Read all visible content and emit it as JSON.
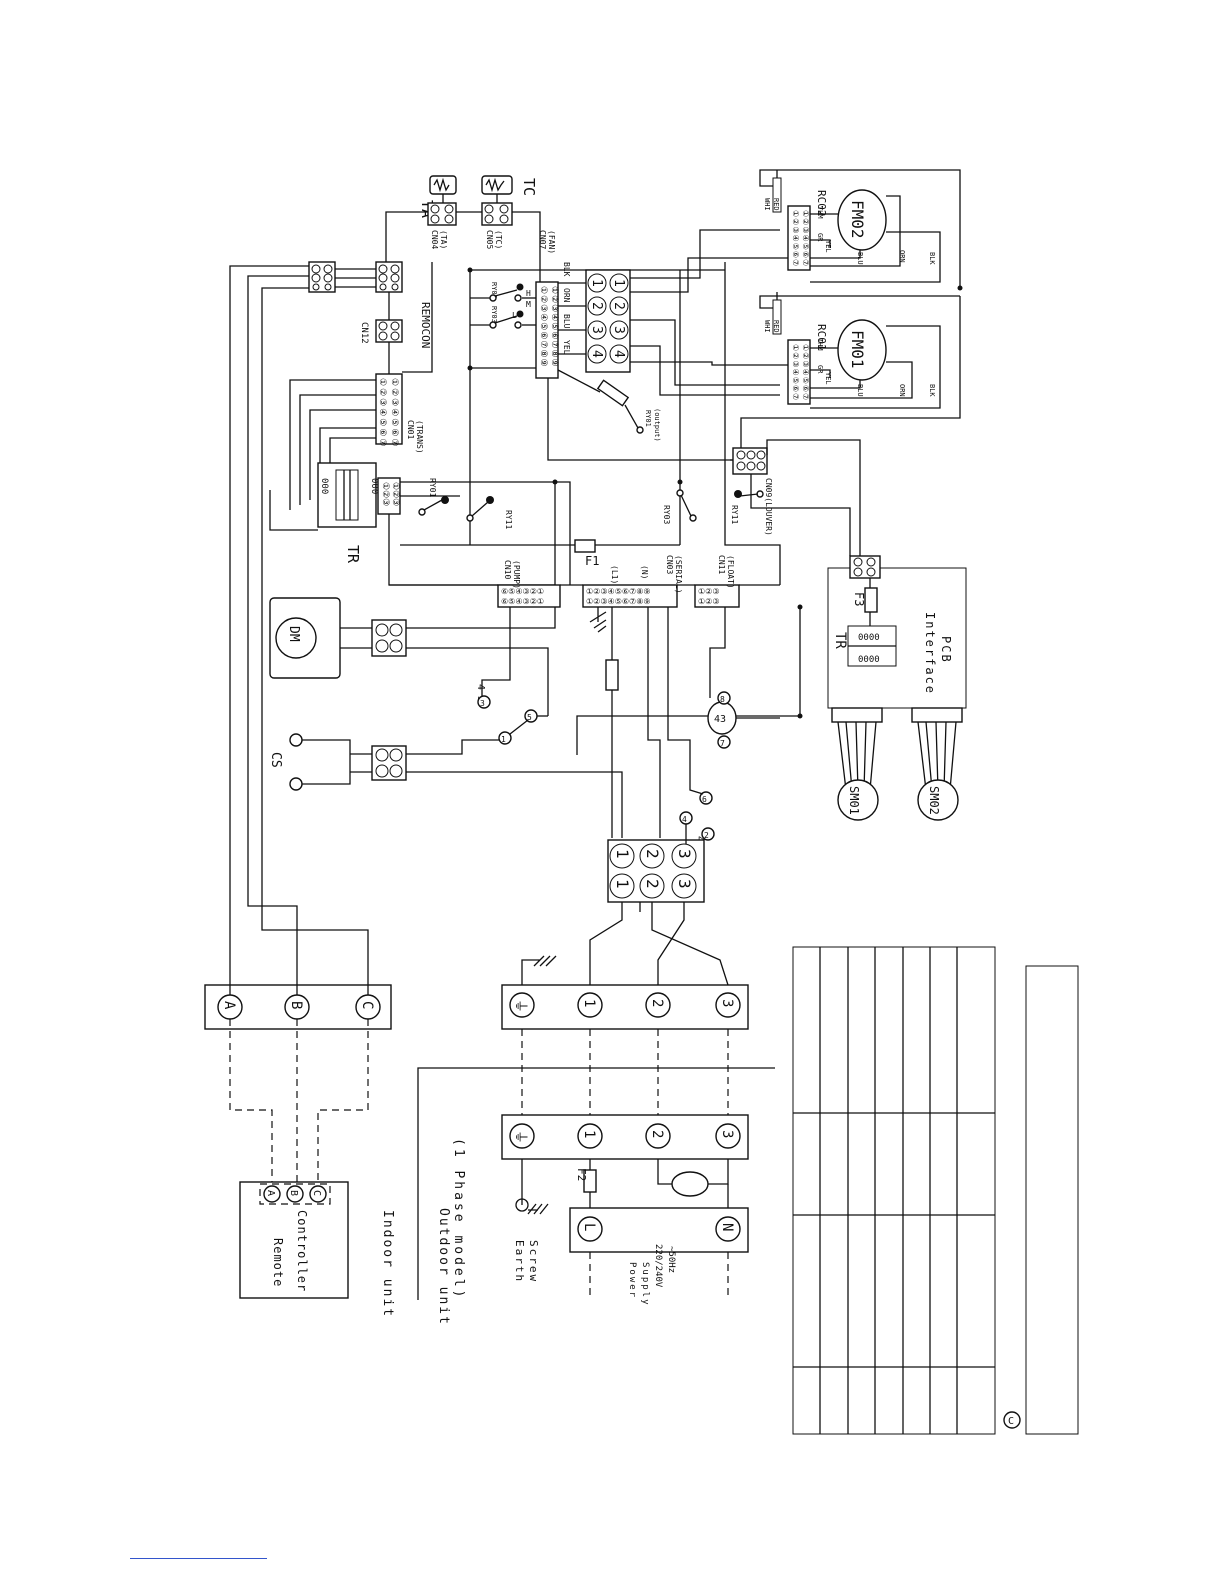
{
  "units": {
    "indoor": "Indoor unit",
    "outdoor": "Outdoor unit",
    "phase_model": "(1 Phase model)"
  },
  "remote_controller": {
    "line1": "Remote",
    "line2": "Controller",
    "terminals": [
      "A",
      "B",
      "C"
    ]
  },
  "indoor_remote_terminals": [
    "A",
    "B",
    "C"
  ],
  "indoor_power_terminals": [
    "⏚",
    "1",
    "2",
    "3"
  ],
  "outdoor_terminals": [
    "⏚",
    "1",
    "2",
    "3"
  ],
  "power_terminals": [
    "L",
    "N"
  ],
  "power_supply": {
    "line1": "Power",
    "line2": "Supply",
    "line3": "220/240V",
    "line4": "~50Hz"
  },
  "earth_screw": {
    "line1": "Earth",
    "line2": "Screw"
  },
  "fuses": {
    "f1": "F1",
    "f2": "F2",
    "f3": "F3"
  },
  "sensors": {
    "ta": "TA",
    "tc": "TC"
  },
  "connectors": {
    "cn04": "CN04",
    "cn04_sub": "(TA)",
    "cn05": "CN05",
    "cn05_sub": "(TC)",
    "cn07": "CN07",
    "cn07_sub": "(FAN)",
    "cn12": "CN12",
    "remocon": "REMOCON",
    "cn01": "CN01",
    "cn01_sub": "(TRANS)",
    "cn10": "CN10",
    "cn10_sub": "(PUMP)",
    "cn11": "CN11",
    "cn11_sub": "(FLOAT)",
    "cn03": "CN03",
    "cn03_sub": "(SERIAL)",
    "cn09": "CN09(LOUVER)",
    "l1": "(L1)",
    "n": "(N)"
  },
  "relays": [
    "RY01",
    "RY02",
    "RY03",
    "RY04",
    "RY11"
  ],
  "relay_output": {
    "line1": "RY01",
    "line2": "(output)"
  },
  "fan_speed": [
    "H",
    "M",
    "L"
  ],
  "wire_colors": [
    "YEL",
    "BLU",
    "ORN",
    "BLK"
  ],
  "motor_wire_labels": {
    "whi": "WHI",
    "red": "RED",
    "thm": "THM",
    "gr": "GR",
    "yel": "YEL",
    "blu": "BLU",
    "orn": "ORN",
    "blk": "BLK"
  },
  "motors": {
    "fm01": "FM01",
    "fm02": "FM02",
    "rc01": "RC01",
    "rc02": "RC02"
  },
  "dm": "DM",
  "cs": "CS",
  "transformer": "TR",
  "interface_pcb": {
    "line1": "Interface",
    "line2": "PCB",
    "tr": "TR"
  },
  "stepping_motors": [
    "SM01",
    "SM02"
  ],
  "switch_numbers": {
    "n43a": "4 3",
    "n43b": "4 3",
    "c1": "1",
    "c3": "3",
    "c5": "5",
    "c2": "2",
    "c4": "4",
    "c6": "6",
    "c7": "7",
    "c8": "8",
    "c43": "43"
  },
  "terminal_block_numbers": [
    "1",
    "1",
    "2",
    "2",
    "3",
    "3"
  ],
  "fan_terminal_numbers": [
    "4",
    "3",
    "2",
    "1",
    "4",
    "3",
    "2",
    "1"
  ],
  "copyright_symbol": "C"
}
